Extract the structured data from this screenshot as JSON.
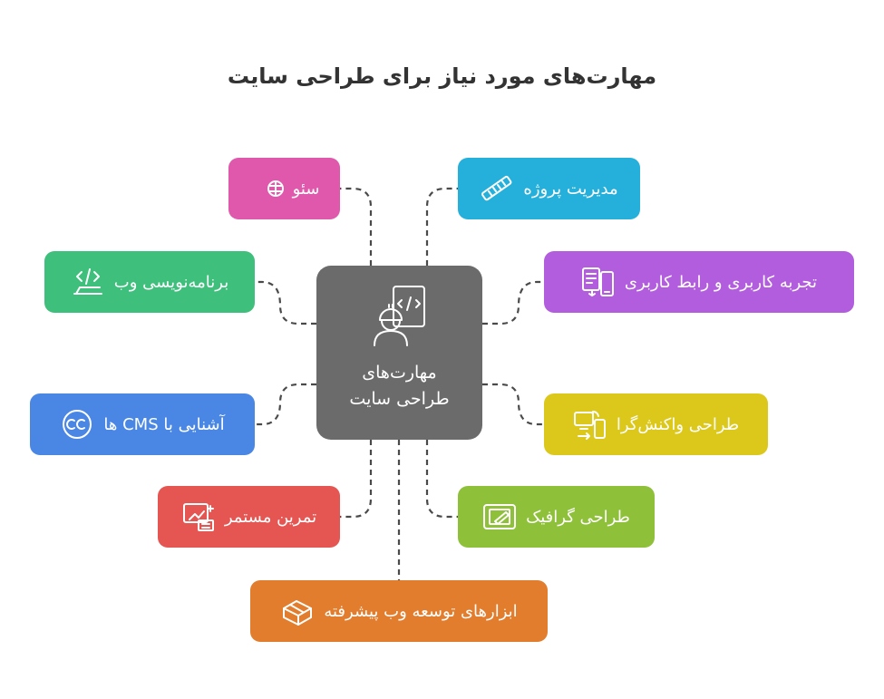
{
  "title": "مهارت‌های مورد نیاز برای طراحی سایت",
  "center": {
    "line1": "مهارت‌های",
    "line2": "طراحی سایت",
    "icon": "web-developer-icon"
  },
  "skills": [
    {
      "label": "مدیریت پروژه",
      "color": "#25b0dc",
      "icon": "ruler-icon"
    },
    {
      "label": "تجربه کاربری و رابط کاربری",
      "color": "#b25cde",
      "icon": "ui-ux-devices-icon"
    },
    {
      "label": "طراحی واکنش‌گرا",
      "color": "#dcc81b",
      "icon": "responsive-devices-icon"
    },
    {
      "label": "طراحی گرافیک",
      "color": "#8fc03a",
      "icon": "graphic-tablet-icon"
    },
    {
      "label": "ابزارهای توسعه وب پیشرفته",
      "color": "#e27d2e",
      "icon": "toolbox-icon"
    },
    {
      "label": "تمرین مستمر",
      "color": "#e55652",
      "icon": "practice-calculator-icon"
    },
    {
      "label": "آشنایی با CMS ها",
      "color": "#4a87e5",
      "icon": "cc-icon"
    },
    {
      "label": "برنامه‌نویسی وب",
      "color": "#3ec07c",
      "icon": "code-icon"
    },
    {
      "label": "سئو",
      "color": "#df58ab",
      "icon": "seo-icon"
    }
  ],
  "connector_color": "#4a4a4a"
}
